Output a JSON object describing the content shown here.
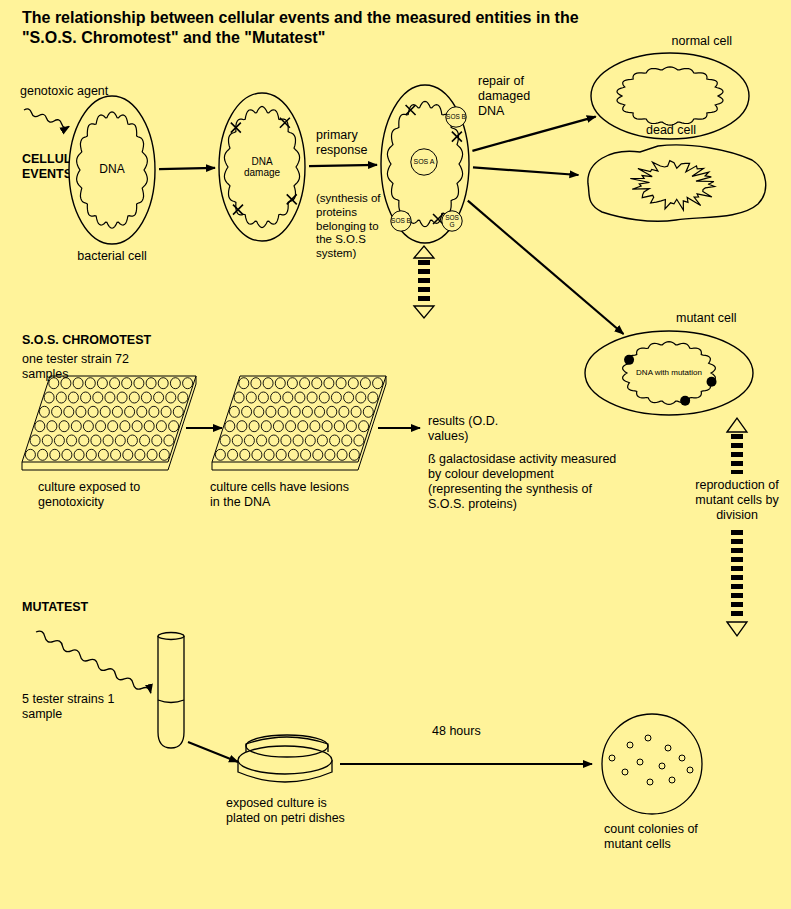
{
  "diagram": {
    "title": "The relationship between cellular events and the measured entities in the \"S.O.S. Chromotest\" and the \"Mutatest\"",
    "nodes": [
      {
        "text": [
          "DNA",
          "bacterial cell"
        ]
      },
      {
        "text": [
          "DNA damage"
        ]
      },
      {
        "text": []
      },
      {
        "text": [
          "SOS A"
        ],
        "in": 2
      },
      {
        "text": [
          "SOS B"
        ],
        "in": 2
      },
      {
        "text": [
          "SOS B"
        ],
        "in": 2
      },
      {
        "text": [
          "SOS G"
        ],
        "in": 2
      },
      {
        "text": [
          "normal cell"
        ]
      },
      {
        "text": [
          "dead cell"
        ]
      },
      {
        "text": [
          "DNA with mutation",
          "mutant cell"
        ]
      }
    ],
    "edges": [
      {
        "from": 0,
        "to": 1,
        "arrow": "to"
      },
      {
        "from": 1,
        "to": 2,
        "arrow": "to",
        "label": "primary response"
      },
      {
        "from": 2,
        "to": 7,
        "arrow": "to",
        "label": "repair of damaged DNA"
      },
      {
        "from": 2,
        "to": 8,
        "arrow": "to"
      },
      {
        "from": 2,
        "to": 9,
        "arrow": "to"
      }
    ],
    "labels": [
      "genotoxic agent",
      "CELLULAR EVENTS",
      "(synthesis of proteins belonging to the S.O.S system)",
      "S.O.S. CHROMOTEST",
      "one tester strain 72 samples",
      "culture exposed to genotoxicity",
      "culture cells have lesions in the DNA",
      "results (O.D. values)",
      "ß galactosidase activity measured by colour development (representing the synthesis of S.O.S. proteins)",
      "reproduction of mutant cells by division",
      "MUTATEST",
      "5 tester strains 1 sample",
      "exposed culture is plated on petri dishes",
      "48 hours",
      "count colonies of mutant cells"
    ]
  }
}
